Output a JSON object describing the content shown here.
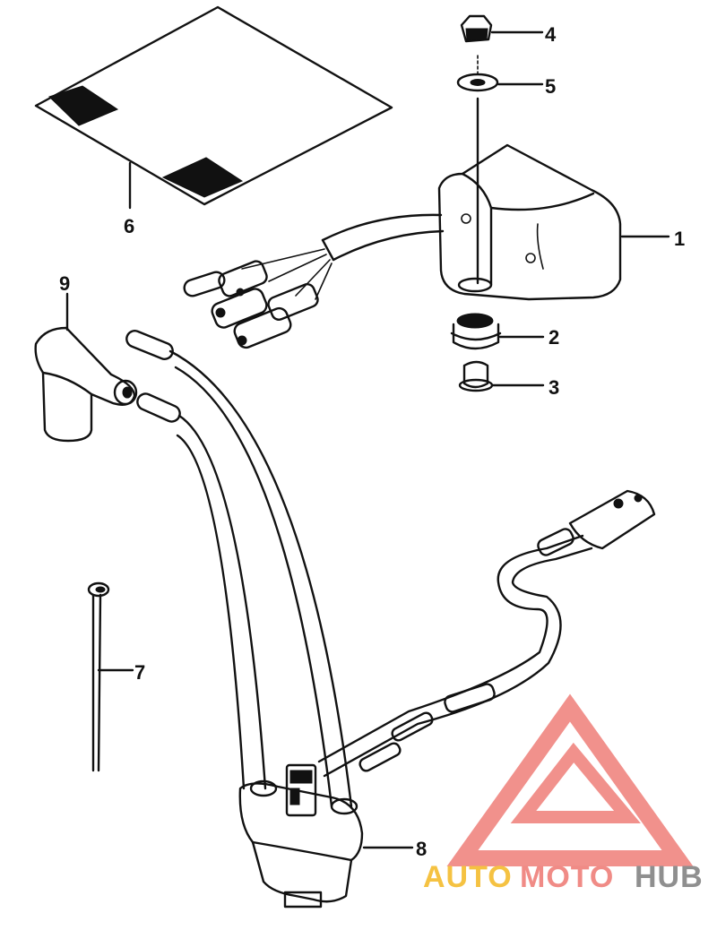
{
  "diagram": {
    "parts": [
      {
        "number": "1"
      },
      {
        "number": "2"
      },
      {
        "number": "3"
      },
      {
        "number": "4"
      },
      {
        "number": "5"
      },
      {
        "number": "6"
      },
      {
        "number": "7"
      },
      {
        "number": "8"
      },
      {
        "number": "9"
      }
    ]
  },
  "watermark": {
    "logo_text_part1": "AUTO",
    "logo_text_part2": "MOTO",
    "logo_text_part3": "HUB",
    "colors": {
      "auto": "#f5c242",
      "moto": "#f08b86",
      "hub": "#8f8f8f",
      "logo_triangle": "#f1918c"
    }
  }
}
